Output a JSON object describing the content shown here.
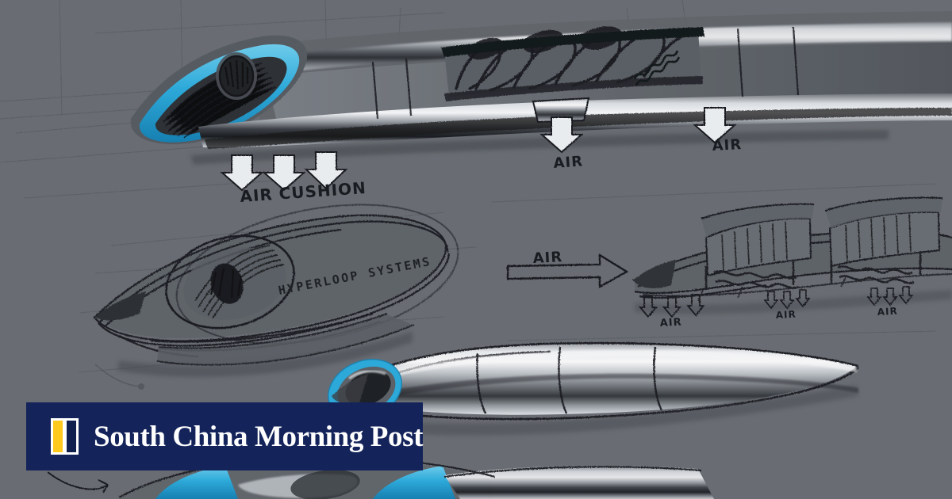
{
  "image": {
    "subject": "Hyperloop transport pod concept design sketches",
    "background_color": "#6a6e73",
    "accent_color": "#2aaee0",
    "ink_color": "#15181b"
  },
  "sketch": {
    "decal_label": "HYPERLOOP SYSTEMS",
    "annotations": [
      {
        "id": "air-cushion",
        "text": "AIR CUSHION",
        "arrows": 3,
        "direction": "down"
      },
      {
        "id": "air-mid",
        "text": "AIR",
        "arrows": 1,
        "direction": "down"
      },
      {
        "id": "air-rear",
        "text": "AIR",
        "arrows": 1,
        "direction": "down"
      },
      {
        "id": "air-flow",
        "text": "AIR",
        "arrows": 1,
        "direction": "right"
      },
      {
        "id": "air-small-left",
        "text": "AIR",
        "arrows": 3,
        "direction": "down"
      },
      {
        "id": "air-small-mid",
        "text": "AIR",
        "arrows": 3,
        "direction": "down"
      },
      {
        "id": "air-small-right",
        "text": "AIR",
        "arrows": 3,
        "direction": "down"
      }
    ]
  },
  "watermark": {
    "name": "South China Morning Post",
    "background_color": "#14245a",
    "logo": {
      "left_swatch_color": "#ffc91d",
      "right_swatch_color": "#101f4e",
      "border_color": "#ffffff"
    }
  }
}
